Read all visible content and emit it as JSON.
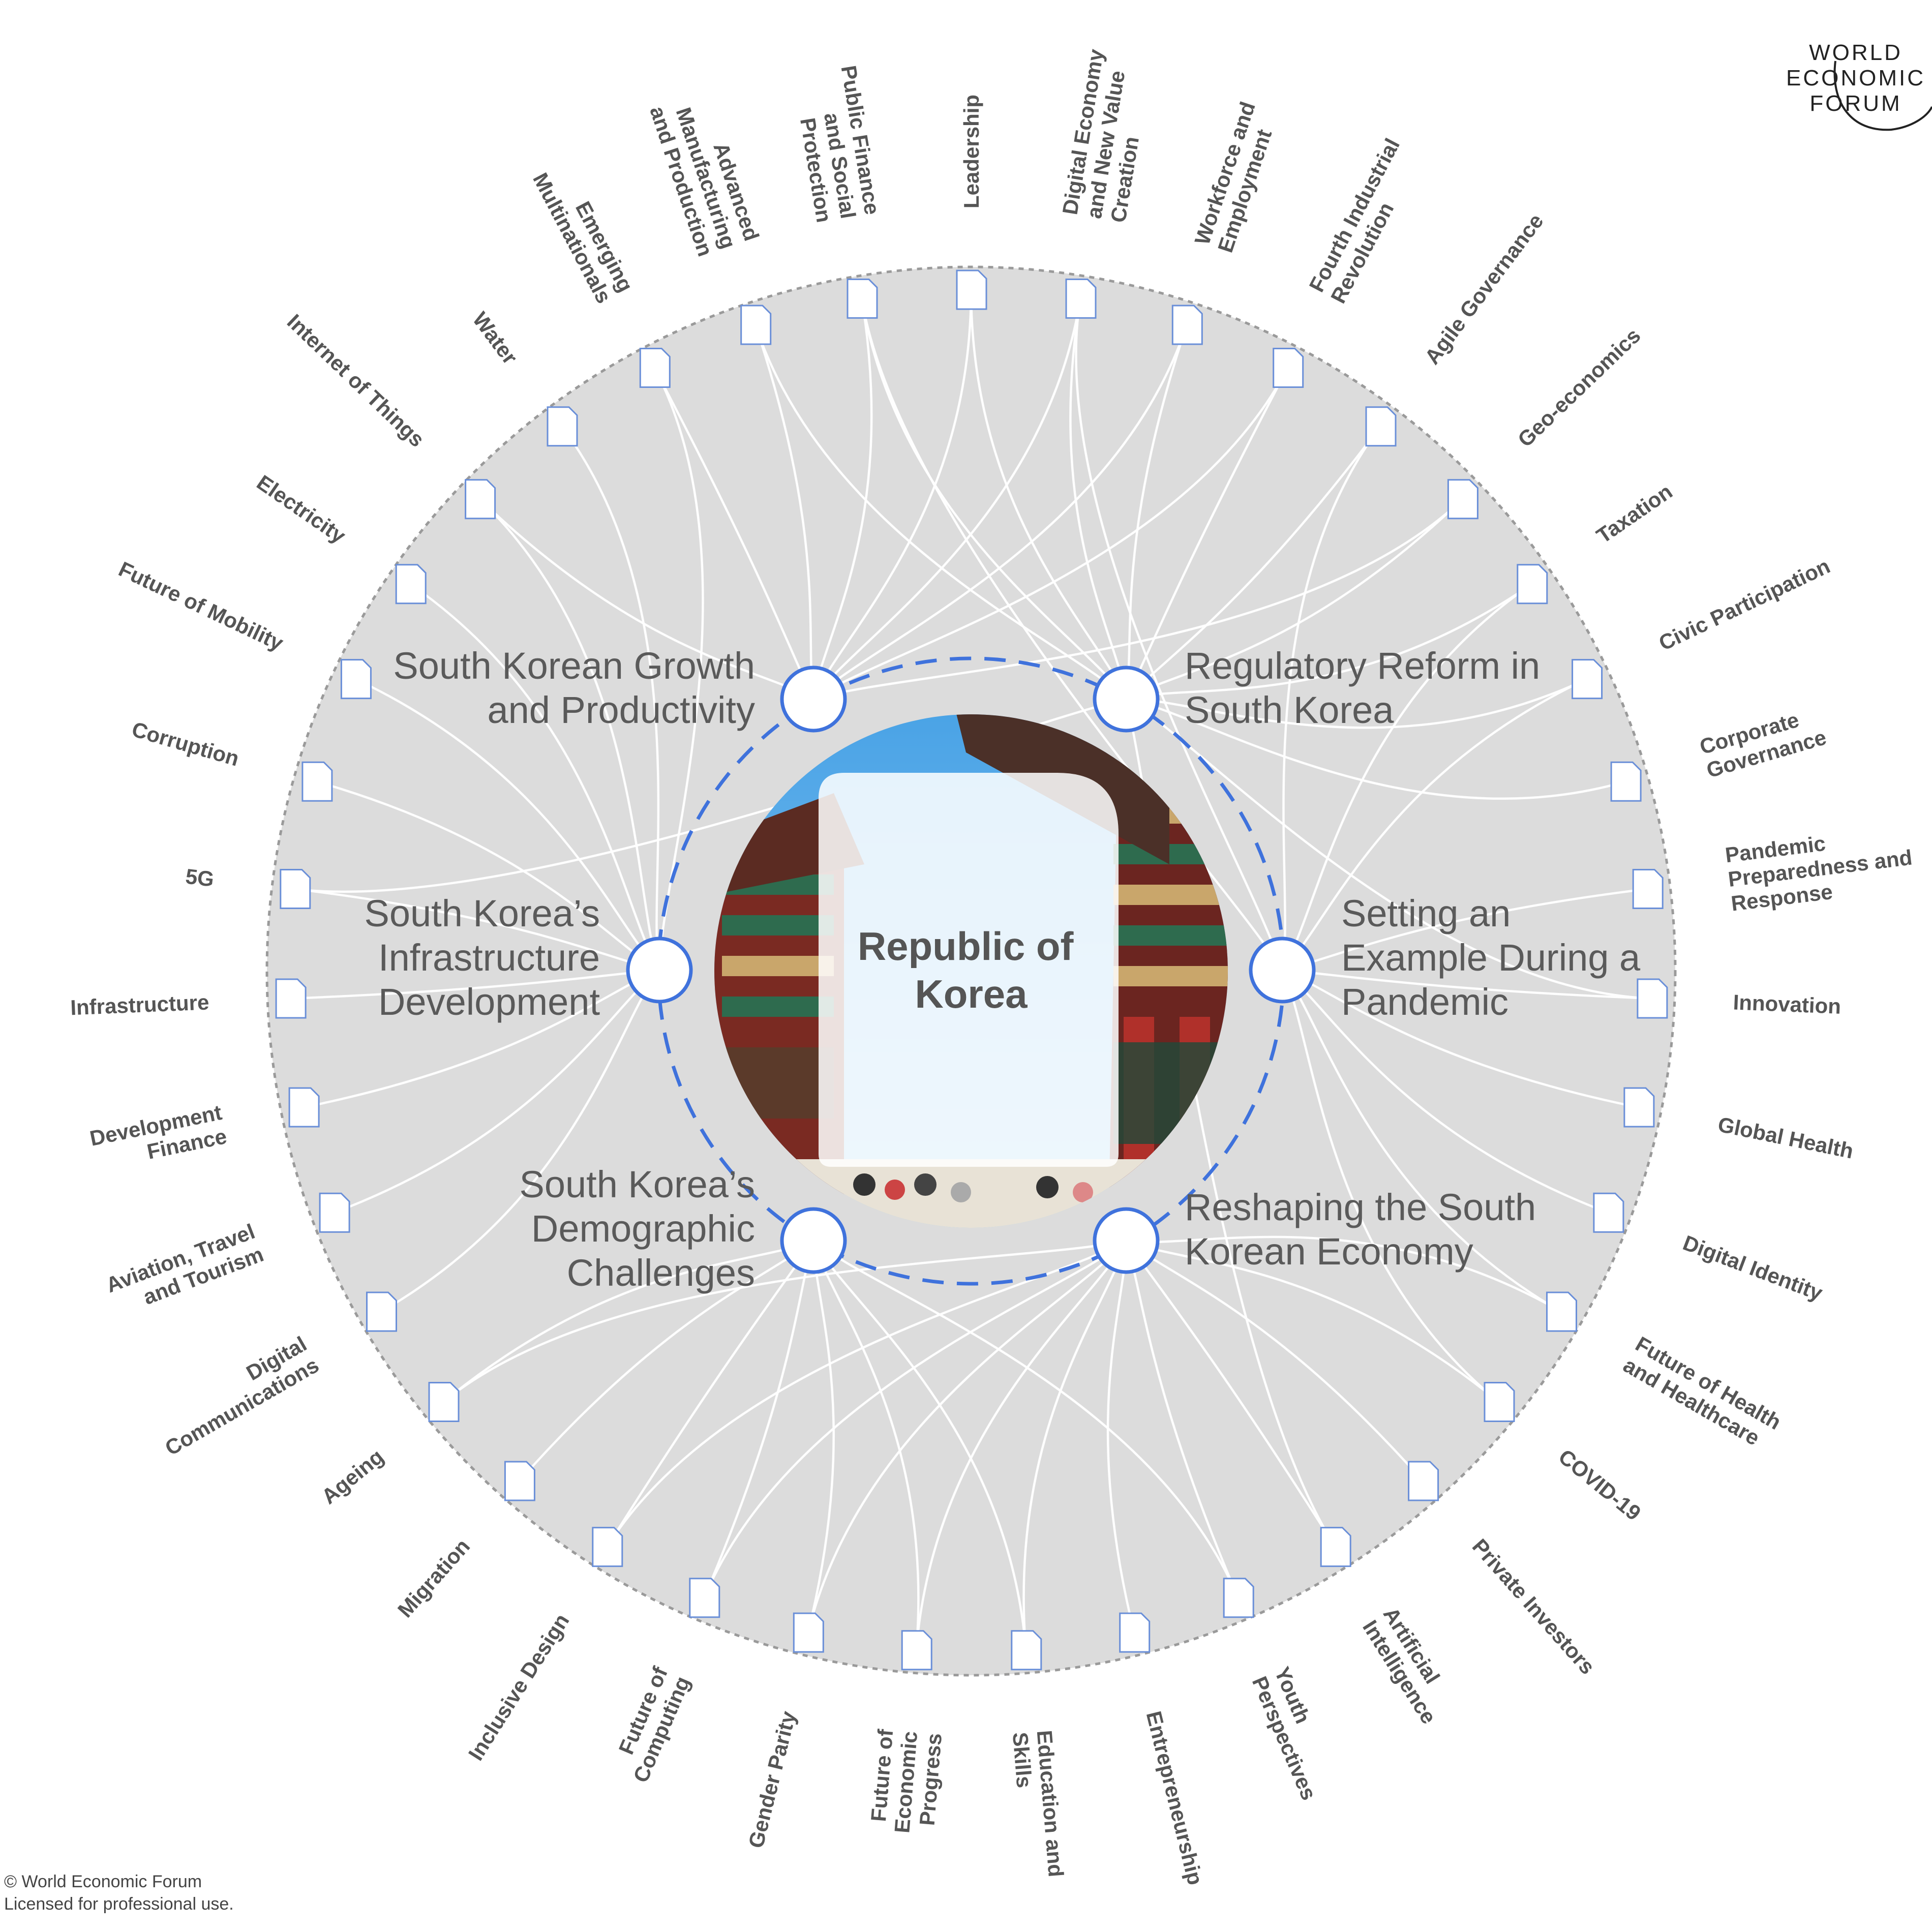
{
  "title": "Republic of Korea",
  "logo": {
    "lines": [
      "WORLD",
      "ECONOMIC",
      "FORUM"
    ]
  },
  "copyright": [
    "© World Economic Forum",
    "Licensed for professional use."
  ],
  "colors": {
    "ring": "#dcdcdc",
    "accent": "#3f72dc",
    "node": "#ffffff",
    "text": "#555555"
  },
  "clusters": [
    {
      "id": "growth",
      "label": "South Korean Growth and Productivity",
      "lines": [
        "South Korean Growth",
        "and Productivity"
      ]
    },
    {
      "id": "regulatory",
      "label": "Regulatory Reform in South Korea",
      "lines": [
        "Regulatory Reform in",
        "South Korea"
      ]
    },
    {
      "id": "pandemic",
      "label": "Setting an Example During a Pandemic",
      "lines": [
        "Setting an",
        "Example During a",
        "Pandemic"
      ]
    },
    {
      "id": "reshaping",
      "label": "Reshaping the South Korean Economy",
      "lines": [
        "Reshaping the South",
        "Korean Economy"
      ]
    },
    {
      "id": "demographic",
      "label": "South Korea’s Demographic Challenges",
      "lines": [
        "South Korea’s",
        "Demographic",
        "Challenges"
      ]
    },
    {
      "id": "infrastructure",
      "label": "South Korea’s Infrastructure Development",
      "lines": [
        "South Korea’s",
        "Infrastructure",
        "Development"
      ]
    }
  ],
  "topics": [
    {
      "label": "Leadership",
      "lines": [
        "Leadership"
      ],
      "links": [
        "growth",
        "regulatory"
      ]
    },
    {
      "label": "Digital Economy and New Value Creation",
      "lines": [
        "Digital Economy",
        "and New Value",
        "Creation"
      ],
      "links": [
        "growth",
        "regulatory",
        "pandemic"
      ]
    },
    {
      "label": "Workforce and Employment",
      "lines": [
        "Workforce and",
        "Employment"
      ],
      "links": [
        "growth",
        "regulatory"
      ]
    },
    {
      "label": "Fourth Industrial Revolution",
      "lines": [
        "Fourth Industrial",
        "Revolution"
      ],
      "links": [
        "growth",
        "regulatory"
      ]
    },
    {
      "label": "Agile Governance",
      "lines": [
        "Agile Governance"
      ],
      "links": [
        "regulatory",
        "pandemic"
      ]
    },
    {
      "label": "Geo-economics",
      "lines": [
        "Geo-economics"
      ],
      "links": [
        "growth",
        "regulatory"
      ]
    },
    {
      "label": "Taxation",
      "lines": [
        "Taxation"
      ],
      "links": [
        "regulatory",
        "pandemic"
      ]
    },
    {
      "label": "Civic Participation",
      "lines": [
        "Civic Participation"
      ],
      "links": [
        "regulatory",
        "pandemic"
      ]
    },
    {
      "label": "Corporate Governance",
      "lines": [
        "Corporate",
        "Governance"
      ],
      "links": [
        "regulatory"
      ]
    },
    {
      "label": "Pandemic Preparedness and Response",
      "lines": [
        "Pandemic",
        "Preparedness and",
        "Response"
      ],
      "links": [
        "pandemic"
      ]
    },
    {
      "label": "Innovation",
      "lines": [
        "Innovation"
      ],
      "links": [
        "pandemic",
        "regulatory"
      ]
    },
    {
      "label": "Global Health",
      "lines": [
        "Global Health"
      ],
      "links": [
        "pandemic"
      ]
    },
    {
      "label": "Digital Identity",
      "lines": [
        "Digital Identity"
      ],
      "links": [
        "pandemic"
      ]
    },
    {
      "label": "Future of Health and Healthcare",
      "lines": [
        "Future of Health",
        "and Healthcare"
      ],
      "links": [
        "pandemic",
        "reshaping"
      ]
    },
    {
      "label": "COVID-19",
      "lines": [
        "COVID-19"
      ],
      "links": [
        "pandemic",
        "reshaping"
      ]
    },
    {
      "label": "Private Investors",
      "lines": [
        "Private Investors"
      ],
      "links": [
        "reshaping"
      ]
    },
    {
      "label": "Artificial Intelligence",
      "lines": [
        "Artificial",
        "Intelligence"
      ],
      "links": [
        "reshaping",
        "regulatory"
      ]
    },
    {
      "label": "Youth Perspectives",
      "lines": [
        "Youth",
        "Perspectives"
      ],
      "links": [
        "reshaping",
        "demographic"
      ]
    },
    {
      "label": "Entrepreneurship",
      "lines": [
        "Entrepreneurship"
      ],
      "links": [
        "reshaping"
      ]
    },
    {
      "label": "Education and Skills",
      "lines": [
        "Education and",
        "Skills"
      ],
      "links": [
        "reshaping",
        "demographic"
      ]
    },
    {
      "label": "Future of Economic Progress",
      "lines": [
        "Future of",
        "Economic",
        "Progress"
      ],
      "links": [
        "reshaping",
        "demographic"
      ]
    },
    {
      "label": "Gender Parity",
      "lines": [
        "Gender Parity"
      ],
      "links": [
        "demographic",
        "reshaping"
      ]
    },
    {
      "label": "Future of Computing",
      "lines": [
        "Future of",
        "Computing"
      ],
      "links": [
        "reshaping",
        "demographic"
      ]
    },
    {
      "label": "Inclusive Design",
      "lines": [
        "Inclusive Design"
      ],
      "links": [
        "demographic",
        "reshaping"
      ]
    },
    {
      "label": "Migration",
      "lines": [
        "Migration"
      ],
      "links": [
        "demographic"
      ]
    },
    {
      "label": "Ageing",
      "lines": [
        "Ageing"
      ],
      "links": [
        "demographic",
        "reshaping"
      ]
    },
    {
      "label": "Digital Communications",
      "lines": [
        "Digital",
        "Communications"
      ],
      "links": [
        "infrastructure"
      ]
    },
    {
      "label": "Aviation, Travel and Tourism",
      "lines": [
        "Aviation, Travel",
        "and Tourism"
      ],
      "links": [
        "infrastructure"
      ]
    },
    {
      "label": "Development Finance",
      "lines": [
        "Development",
        "Finance"
      ],
      "links": [
        "infrastructure"
      ]
    },
    {
      "label": "Infrastructure",
      "lines": [
        "Infrastructure"
      ],
      "links": [
        "infrastructure"
      ]
    },
    {
      "label": "5G",
      "lines": [
        "5G"
      ],
      "links": [
        "infrastructure",
        "regulatory"
      ]
    },
    {
      "label": "Corruption",
      "lines": [
        "Corruption"
      ],
      "links": [
        "infrastructure"
      ]
    },
    {
      "label": "Future of Mobility",
      "lines": [
        "Future of Mobility"
      ],
      "links": [
        "infrastructure"
      ]
    },
    {
      "label": "Electricity",
      "lines": [
        "Electricity"
      ],
      "links": [
        "infrastructure"
      ]
    },
    {
      "label": "Internet of Things",
      "lines": [
        "Internet of Things"
      ],
      "links": [
        "infrastructure",
        "growth"
      ]
    },
    {
      "label": "Water",
      "lines": [
        "Water"
      ],
      "links": [
        "infrastructure"
      ]
    },
    {
      "label": "Emerging Multinationals",
      "lines": [
        "Emerging",
        "Multinationals"
      ],
      "links": [
        "growth",
        "infrastructure"
      ]
    },
    {
      "label": "Advanced Manufacturing and Production",
      "lines": [
        "Advanced",
        "Manufacturing",
        "and Production"
      ],
      "links": [
        "growth",
        "regulatory"
      ]
    },
    {
      "label": "Public Finance and Social Protection",
      "lines": [
        "Public Finance",
        "and Social",
        "Protection"
      ],
      "links": [
        "growth",
        "regulatory",
        "pandemic"
      ]
    }
  ]
}
